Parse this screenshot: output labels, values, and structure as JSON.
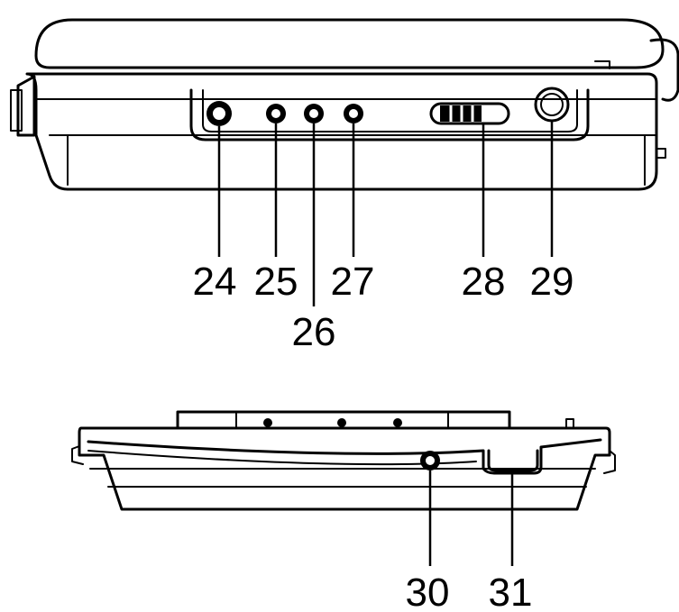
{
  "diagram": {
    "top_view": {
      "callouts": [
        {
          "id": "24",
          "label": "24"
        },
        {
          "id": "25",
          "label": "25"
        },
        {
          "id": "26",
          "label": "26"
        },
        {
          "id": "27",
          "label": "27"
        },
        {
          "id": "28",
          "label": "28"
        },
        {
          "id": "29",
          "label": "29"
        }
      ]
    },
    "bottom_view": {
      "callouts": [
        {
          "id": "30",
          "label": "30"
        },
        {
          "id": "31",
          "label": "31"
        }
      ]
    },
    "colors": {
      "stroke": "#000000",
      "background": "#ffffff"
    }
  }
}
